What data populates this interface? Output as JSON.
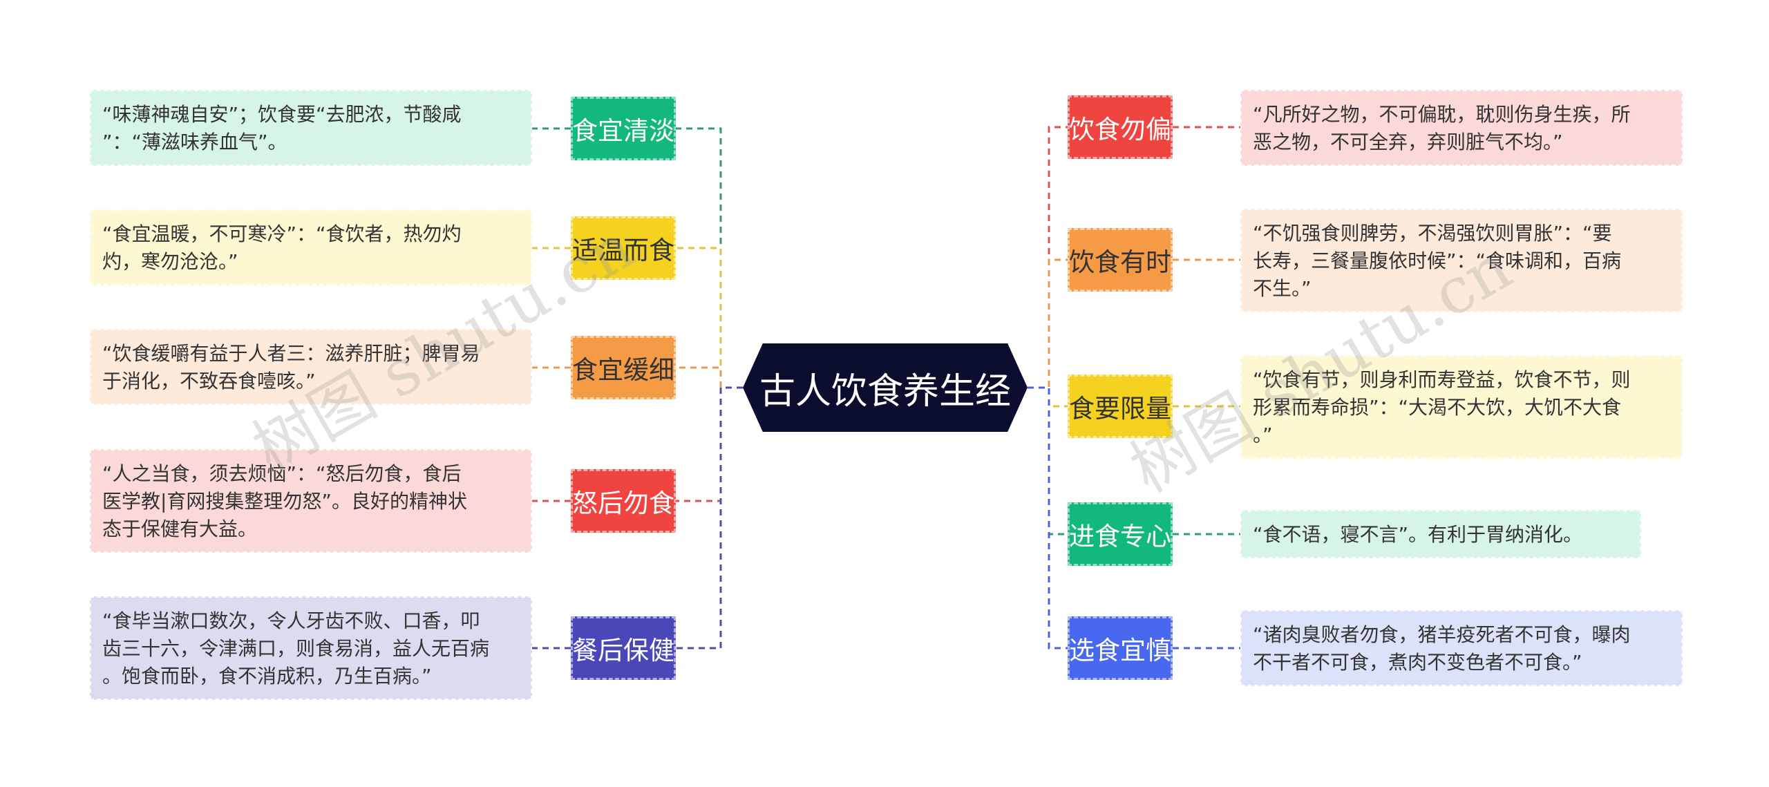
{
  "title": "古人饮食养生经",
  "left": [
    {
      "label": "食宜清淡",
      "color": "#12b97a",
      "text_light": true,
      "lines": [
        "“味薄神魂自安”；饮食要“去肥浓，节酸咸",
        "”：“薄滋味养血气”。"
      ],
      "desc_bg": "#d6f5e6",
      "line": "#2e9e73"
    },
    {
      "label": "适温而食",
      "color": "#f4d21f",
      "text_light": false,
      "lines": [
        "“食宜温暖，不可寒冷”：“食饮者，热勿灼",
        "灼，寒勿沧沧。”"
      ],
      "desc_bg": "#fdf7d2",
      "line": "#e1c33c"
    },
    {
      "label": "食宜缓细",
      "color": "#f59a45",
      "text_light": false,
      "lines": [
        "“饮食缓嚼有益于人者三：滋养肝脏；脾胃易",
        "于消化，不致吞食噎咳。”"
      ],
      "desc_bg": "#fdeadb",
      "line": "#e79a56"
    },
    {
      "label": "怒后勿食",
      "color": "#f04440",
      "text_light": true,
      "lines": [
        "“人之当食，须去烦恼”：“怒后勿食，食后",
        "医学教|育网搜集整理勿怒”。良好的精神状",
        "态于保健有大益。"
      ],
      "desc_bg": "#fcd9d9",
      "line": "#d9534f"
    },
    {
      "label": "餐后保健",
      "color": "#4a48b9",
      "text_light": true,
      "lines": [
        "“食毕当漱口数次，令人牙齿不败、口香，叩",
        "齿三十六，令津满口，则食易消，益人无百病",
        "。饱食而卧，食不消成积，乃生百病。”"
      ],
      "desc_bg": "#dcdcf1",
      "line": "#4f4ea8"
    }
  ],
  "right": [
    {
      "label": "饮食勿偏",
      "color": "#f04440",
      "text_light": true,
      "lines": [
        "“凡所好之物，不可偏耽，耽则伤身生疾，所",
        "恶之物，不可全弃，弃则脏气不均。”"
      ],
      "desc_bg": "#fcd9d9",
      "line": "#d9534f"
    },
    {
      "label": "饮食有时",
      "color": "#f59a45",
      "text_light": false,
      "lines": [
        "“不饥强食则脾劳，不渴强饮则胃胀”：“要",
        "长寿，三餐量腹依时候”：“食味调和，百病",
        "不生。”"
      ],
      "desc_bg": "#fdeadb",
      "line": "#e79a56"
    },
    {
      "label": "食要限量",
      "color": "#f4d21f",
      "text_light": false,
      "lines": [
        "“饮食有节，则身利而寿登益，饮食不节，则",
        "形累而寿命损”：“大渴不大饮，大饥不大食",
        "。”"
      ],
      "desc_bg": "#fdf7d2",
      "line": "#e1c33c"
    },
    {
      "label": "进食专心",
      "color": "#12b97a",
      "text_light": true,
      "lines": [
        "“食不语，寝不言”。有利于胃纳消化。"
      ],
      "desc_bg": "#d6f5e6",
      "line": "#2e9e73"
    },
    {
      "label": "选食宜慎",
      "color": "#4868f0",
      "text_light": true,
      "lines": [
        "“诸肉臭败者勿食，猪羊疫死者不可食，曝肉",
        "不干者不可食，煮肉不变色者不可食。”"
      ],
      "desc_bg": "#dce2fa",
      "line": "#4a64d8"
    }
  ],
  "watermarks": [
    "树图 shutu.cn",
    "树图 shutu.cn"
  ]
}
